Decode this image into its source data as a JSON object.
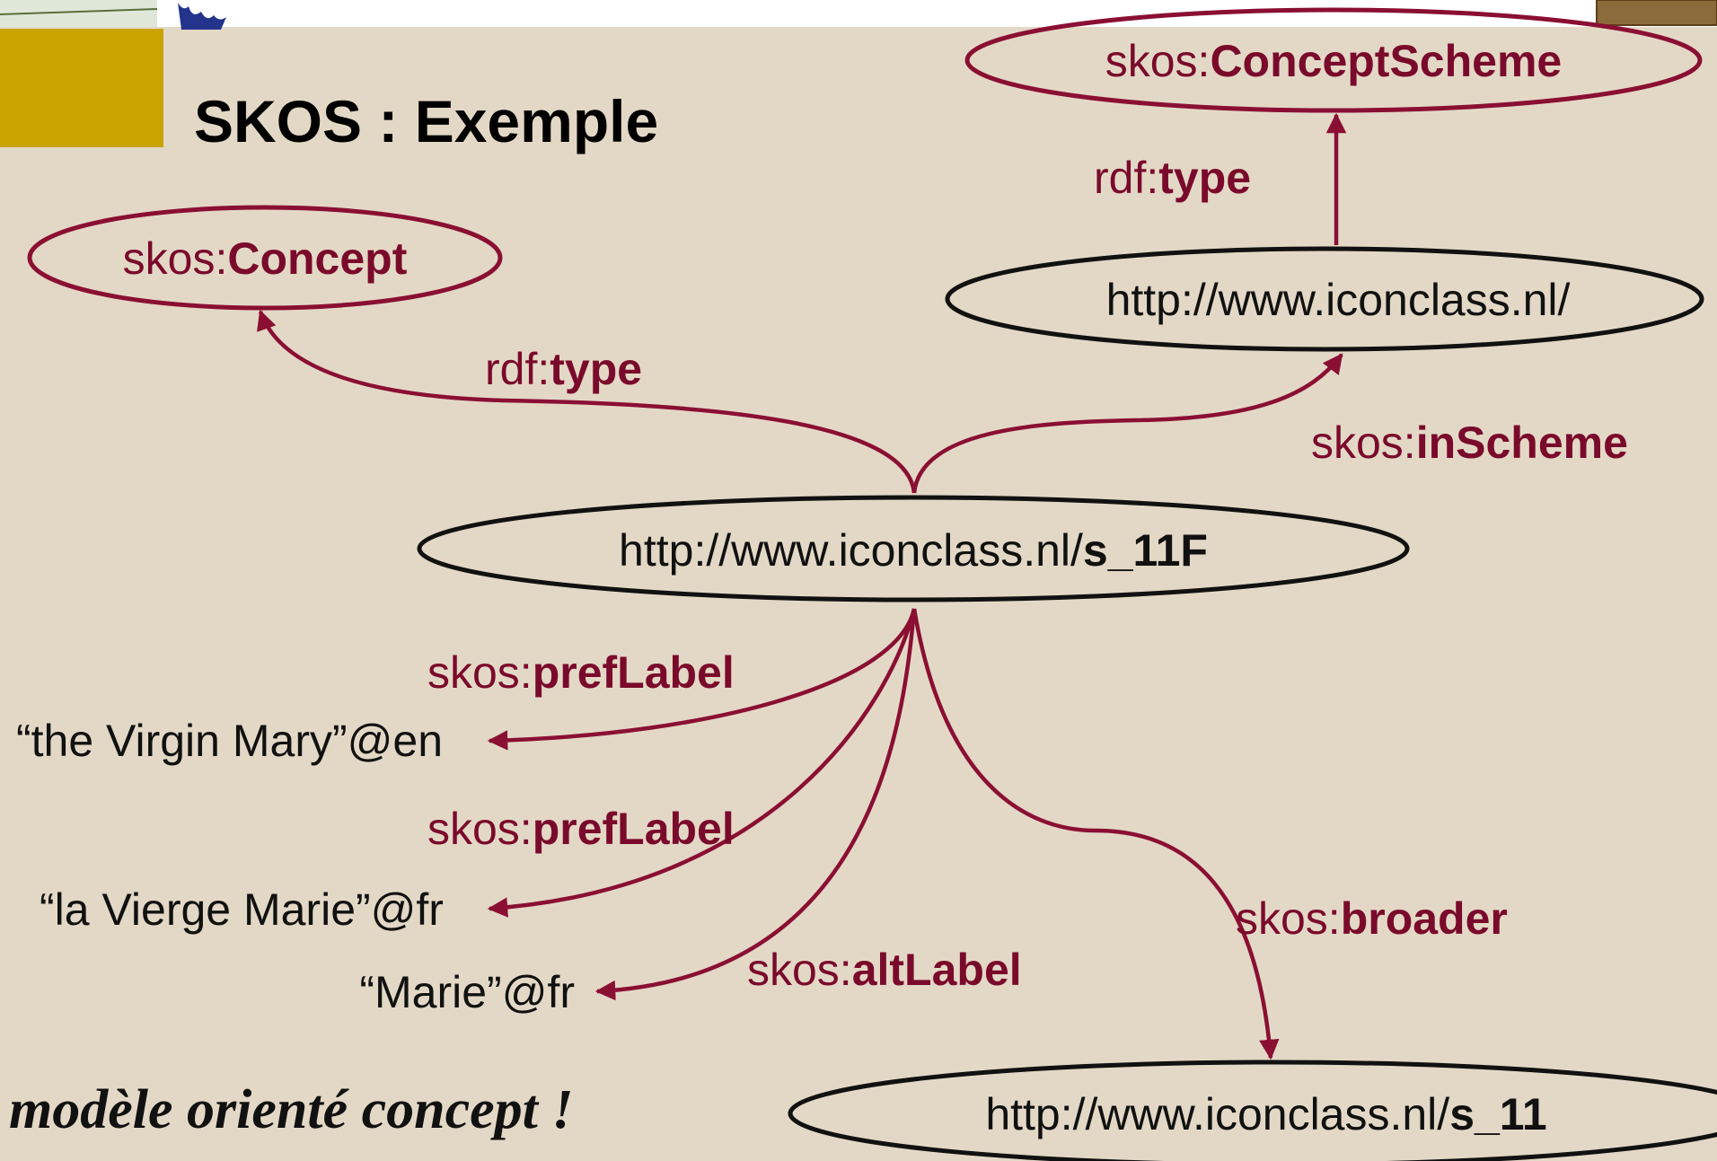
{
  "title": "SKOS : Exemple",
  "footer": "modèle orienté concept !",
  "colors": {
    "background": "#e3d8c6",
    "accent_block": "#c9a400",
    "relation": "#8a0f33",
    "node_outline": "#111111"
  },
  "nodes": {
    "concept_class": {
      "prefix": "skos:",
      "name": "Concept"
    },
    "scheme_class": {
      "prefix": "skos:",
      "name": "ConceptScheme"
    },
    "scheme_uri": {
      "text": "http://www.iconclass.nl/"
    },
    "main_uri": {
      "base": "http://www.iconclass.nl/",
      "id": "s_11F"
    },
    "broader_uri": {
      "base": "http://www.iconclass.nl/",
      "id": "s_11"
    }
  },
  "relations": {
    "type_concept": {
      "prefix": "rdf:",
      "name": "type"
    },
    "type_scheme": {
      "prefix": "rdf:",
      "name": "type"
    },
    "in_scheme": {
      "prefix": "skos:",
      "name": "inScheme"
    },
    "pref_label_en": {
      "prefix": "skos:",
      "name": "prefLabel"
    },
    "pref_label_fr": {
      "prefix": "skos:",
      "name": "prefLabel"
    },
    "alt_label": {
      "prefix": "skos:",
      "name": "altLabel"
    },
    "broader": {
      "prefix": "skos:",
      "name": "broader"
    }
  },
  "literals": {
    "en": "“the Virgin Mary”@en",
    "fr": "“la Vierge Marie”@fr",
    "alt": "“Marie”@fr"
  }
}
